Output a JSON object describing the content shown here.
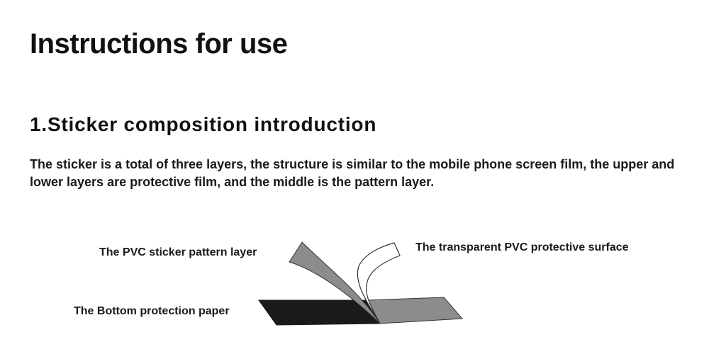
{
  "title": "Instructions for use",
  "section": {
    "heading": "1.Sticker composition introduction",
    "body": "The sticker is a total of three layers, the structure is similar to the mobile phone screen film, the upper and lower layers are protective film, and the middle is the pattern layer."
  },
  "diagram": {
    "labels": {
      "pattern_layer": "The PVC sticker pattern layer",
      "protective_surface": "The transparent PVC protective surface",
      "bottom_paper": "The Bottom protection paper"
    },
    "colors": {
      "bottom_paper": "#1a1a1a",
      "pattern_layer": "#8c8c8c",
      "protective_surface": "#ffffff",
      "outline": "#333333"
    }
  }
}
